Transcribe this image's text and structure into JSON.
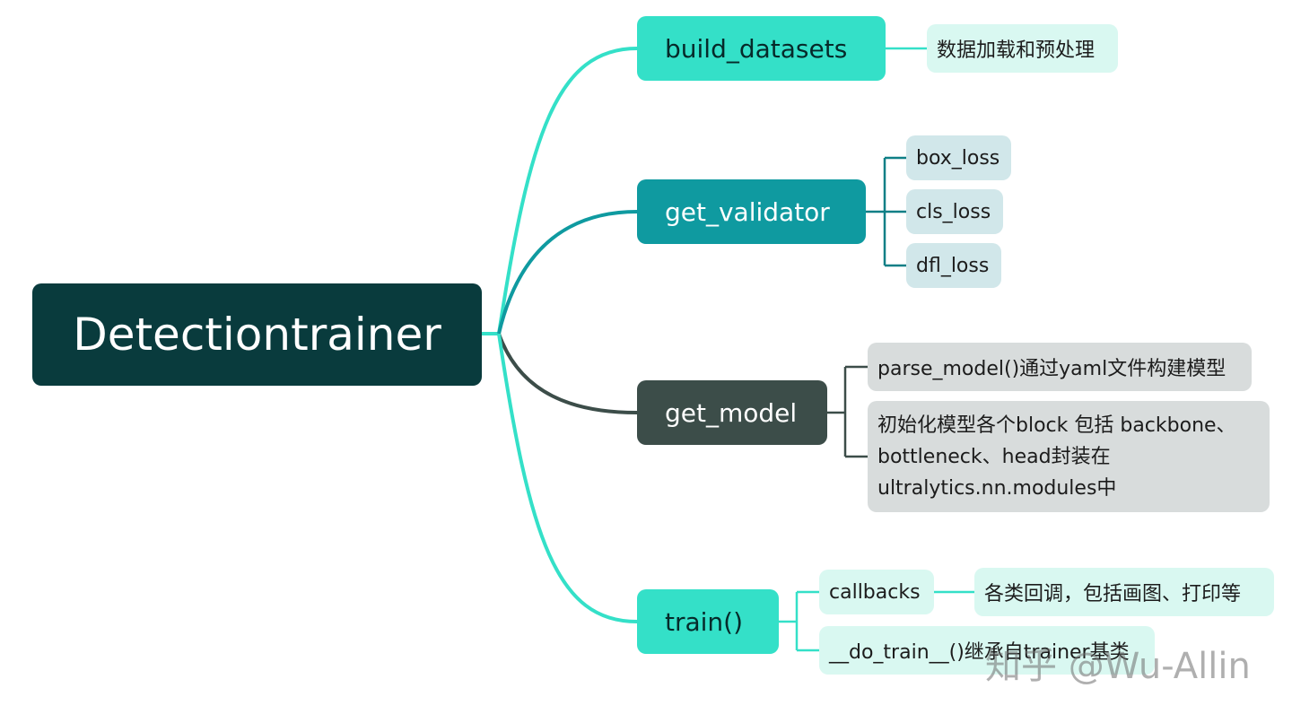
{
  "root": {
    "label": "Detectiontrainer"
  },
  "branches": {
    "build_datasets": {
      "label": "build_datasets",
      "children": [
        "数据加载和预处理"
      ]
    },
    "get_validator": {
      "label": "get_validator",
      "children": [
        "box_loss",
        "cls_loss",
        "dfl_loss"
      ]
    },
    "get_model": {
      "label": "get_model",
      "children": [
        "parse_model()通过yaml文件构建模型",
        "初始化模型各个block 包括 backbone、bottleneck、head封装在ultralytics.nn.modules中"
      ]
    },
    "train": {
      "label": "train()",
      "children": [
        "callbacks",
        "__do_train__()继承自trainer基类"
      ],
      "callbacks_detail": "各类回调，包括画图、打印等"
    }
  },
  "watermark": "知乎 @Wu-Allin",
  "colors": {
    "root": "#093b3d",
    "mint": "#34e0c8",
    "teal": "#0f9aa0",
    "slate": "#3c4d49",
    "leaf_mint": "#d9f8f1",
    "leaf_blue": "#d1e7ea",
    "leaf_grey": "#d8dcdc"
  }
}
